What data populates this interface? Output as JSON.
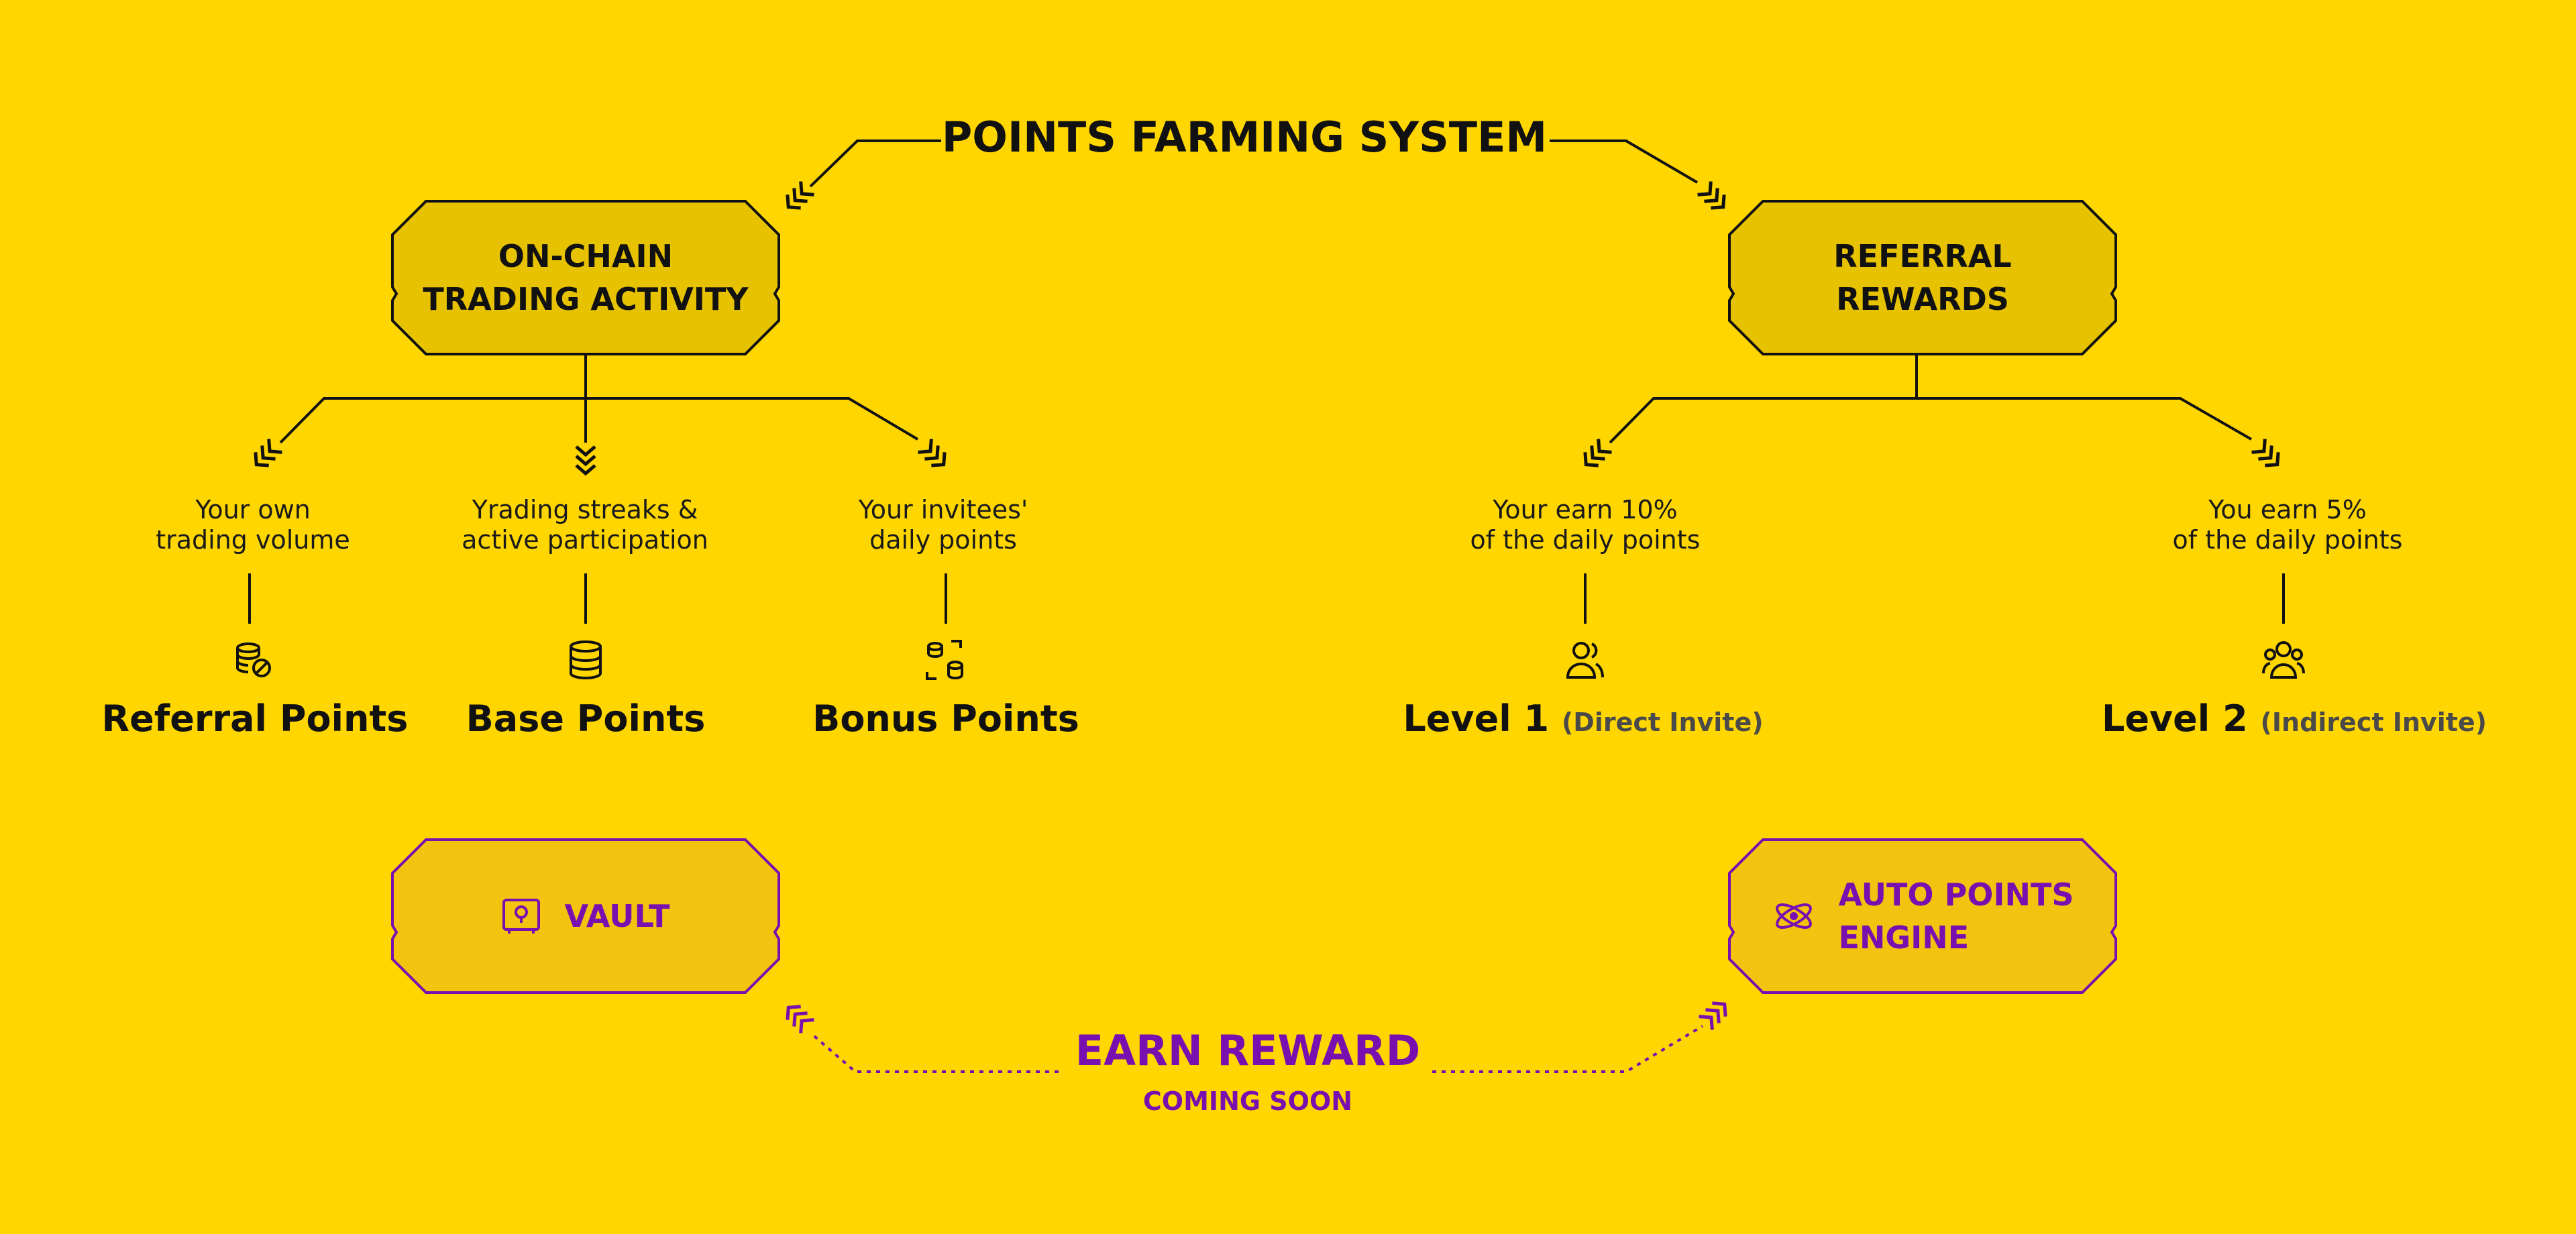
{
  "title": "POINTS FARMING SYSTEM",
  "branches": {
    "onchain": {
      "label_line1": "ON-CHAIN",
      "label_line2": "TRADING ACTIVITY"
    },
    "referral": {
      "label_line1": "REFERRAL",
      "label_line2": "REWARDS"
    }
  },
  "onchain_items": [
    {
      "desc_line1": "Your own",
      "desc_line2": "trading volume",
      "title": "Referral Points",
      "icon": "coins-icon"
    },
    {
      "desc_line1": "Yrading streaks &",
      "desc_line2": "active participation",
      "title": "Base Points",
      "icon": "database-icon"
    },
    {
      "desc_line1": "Your invitees'",
      "desc_line2": "daily points",
      "title": "Bonus Points",
      "icon": "scan-coins-icon"
    }
  ],
  "referral_items": [
    {
      "desc_line1": "Your earn 10%",
      "desc_line2": "of the daily points",
      "title": "Level 1",
      "subtitle": "(Direct Invite)",
      "icon": "user-icon"
    },
    {
      "desc_line1": "You earn 5%",
      "desc_line2": "of the daily points",
      "title": "Level 2",
      "subtitle": "(Indirect Invite)",
      "icon": "users-icon"
    }
  ],
  "features": {
    "vault": {
      "label": "VAULT",
      "icon": "vault-icon"
    },
    "engine": {
      "label_line1": "AUTO POINTS",
      "label_line2": "ENGINE",
      "icon": "atom-icon"
    }
  },
  "earn": {
    "title": "EARN REWARD",
    "subtitle": "COMING SOON"
  },
  "colors": {
    "background": "#FFD600",
    "box_fill": "#E6C200",
    "feature_fill": "#F2C40F",
    "accent": "#7A0FB0",
    "ink": "#111111"
  }
}
